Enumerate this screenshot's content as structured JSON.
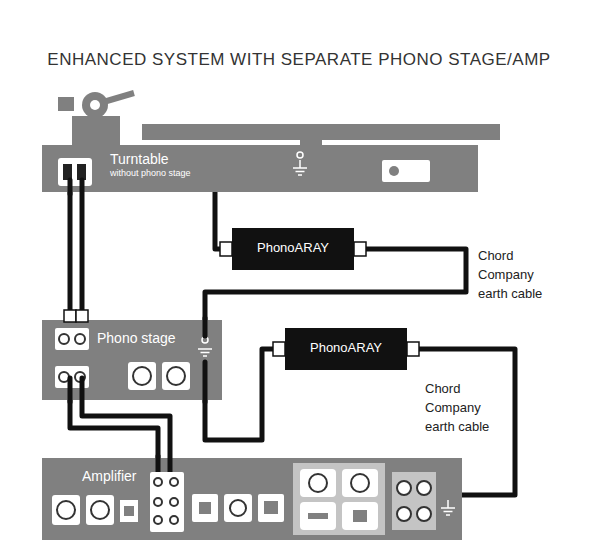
{
  "diagram": {
    "title": "ENHANCED SYSTEM WITH SEPARATE PHONO STAGE/AMP",
    "nodes": [
      {
        "text": [
          "Turntable",
          "without phono stage"
        ]
      },
      {
        "text": [
          "PhonoARAY"
        ]
      },
      {
        "text": [
          "Phono stage"
        ]
      },
      {
        "text": [
          "PhonoARAY"
        ]
      },
      {
        "text": [
          "Amplifier"
        ]
      }
    ],
    "edges": [
      {
        "from": 0,
        "to": 1,
        "arrow": "none"
      },
      {
        "from": 1,
        "to": 2,
        "arrow": "none"
      },
      {
        "from": 2,
        "to": 3,
        "arrow": "none"
      },
      {
        "from": 3,
        "to": 4,
        "arrow": "none"
      },
      {
        "from": 0,
        "to": 2,
        "arrow": "none"
      },
      {
        "from": 2,
        "to": 4,
        "arrow": "none"
      }
    ],
    "labels": [
      "Chord Company earth cable",
      "Chord Company earth cable"
    ]
  }
}
